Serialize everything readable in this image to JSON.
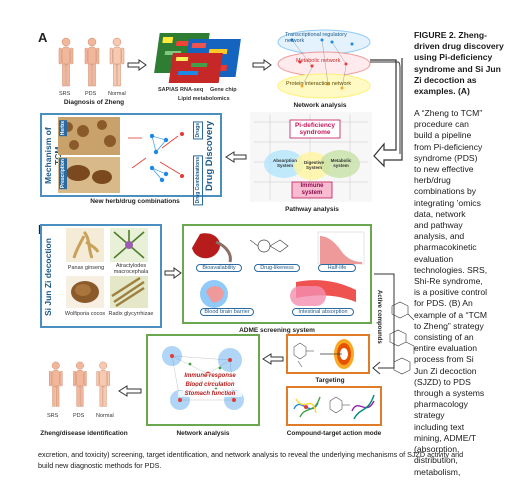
{
  "panel_a": {
    "letter": "A",
    "persons": [
      "SRS",
      "PDS",
      "Normal"
    ],
    "diagnosis_label": "Diagnosis of Zheng",
    "omics_labels": [
      "SAPIAS RNA-seq",
      "Gene chip",
      "Lipid metabolomics"
    ],
    "network_layers": [
      "Transcriptional regulatory network",
      "Metabolic network",
      "Protein interaction network"
    ],
    "network_label": "Network analysis",
    "mechanism_label": "Mechanism of TCM",
    "drug_discovery_label": "Drug Discovery",
    "herbs_tag": "Herbs",
    "prescription_tag": "Prescription",
    "drugs_tag": "Drugs",
    "drug_combinations_tag": "Drug Combinations",
    "herb_label": "New herb/drug combinations",
    "pathway_boxes": [
      "Pi-deficiency syndrome",
      "Absorption System",
      "Digestive System",
      "Metabolic system",
      "Immune system"
    ],
    "pathway_label": "Pathway analysis"
  },
  "panel_b": {
    "letter": "B",
    "decoction_label": "Si Jun Zi decoction",
    "herbs": [
      "Panax ginseng",
      "Atractylodes macrocephala",
      "Wolfiporia cocos",
      "Radix glycyrrhizae"
    ],
    "adme_items": [
      "Bioavailability",
      "Drug-likeness",
      "Half-life",
      "Blood brain barrier",
      "Intestinal absorption"
    ],
    "adme_label": "ADME screening system",
    "active_compounds_label": "Active compounds",
    "targeting_label": "Targeting",
    "action_mode_label": "Compound-target action mode",
    "network_terms": [
      "Immune response",
      "Blood circulation",
      "Stomach function"
    ],
    "network_label": "Network analysis",
    "persons": [
      "SRS",
      "PDS",
      "Normal"
    ],
    "zheng_label": "Zheng/disease identification"
  },
  "caption": {
    "title": "FIGURE 2. Zheng-driven drug discovery using Pi-deficiency syndrome and Si Jun Zi decoction as examples. (A)",
    "lines": [
      "A “Zheng to TCM”",
      "procedure can",
      "build a pipeline",
      "from Pi-deficiency",
      "syndrome (PDS)",
      "to new effective",
      "herb/drug",
      "combinations by",
      "integrating ’omics",
      "data, network",
      "and pathway",
      "analysis, and",
      "pharmacokinetic",
      "evaluation",
      "technologies. SRS,",
      "Shi-Re syndrome,",
      "is a positive control",
      "for PDS. (B) An",
      "example of a “TCM",
      "to Zheng” strategy",
      "consisting of an",
      "entire evaluation",
      "process from Si",
      "Jun Zi decoction",
      "(SJZD) to PDS",
      "through a systems",
      "pharmacology",
      "strategy",
      "including text",
      "mining, ADME/T",
      "(absorption,",
      "distribution,",
      "metabolism,"
    ],
    "bottom_line1": "excretion, and toxicity) screening, target identification, and network analysis to reveal the underlying mechanisms of SJZD activity and",
    "bottom_line2": "build new diagnostic methods for PDS."
  }
}
